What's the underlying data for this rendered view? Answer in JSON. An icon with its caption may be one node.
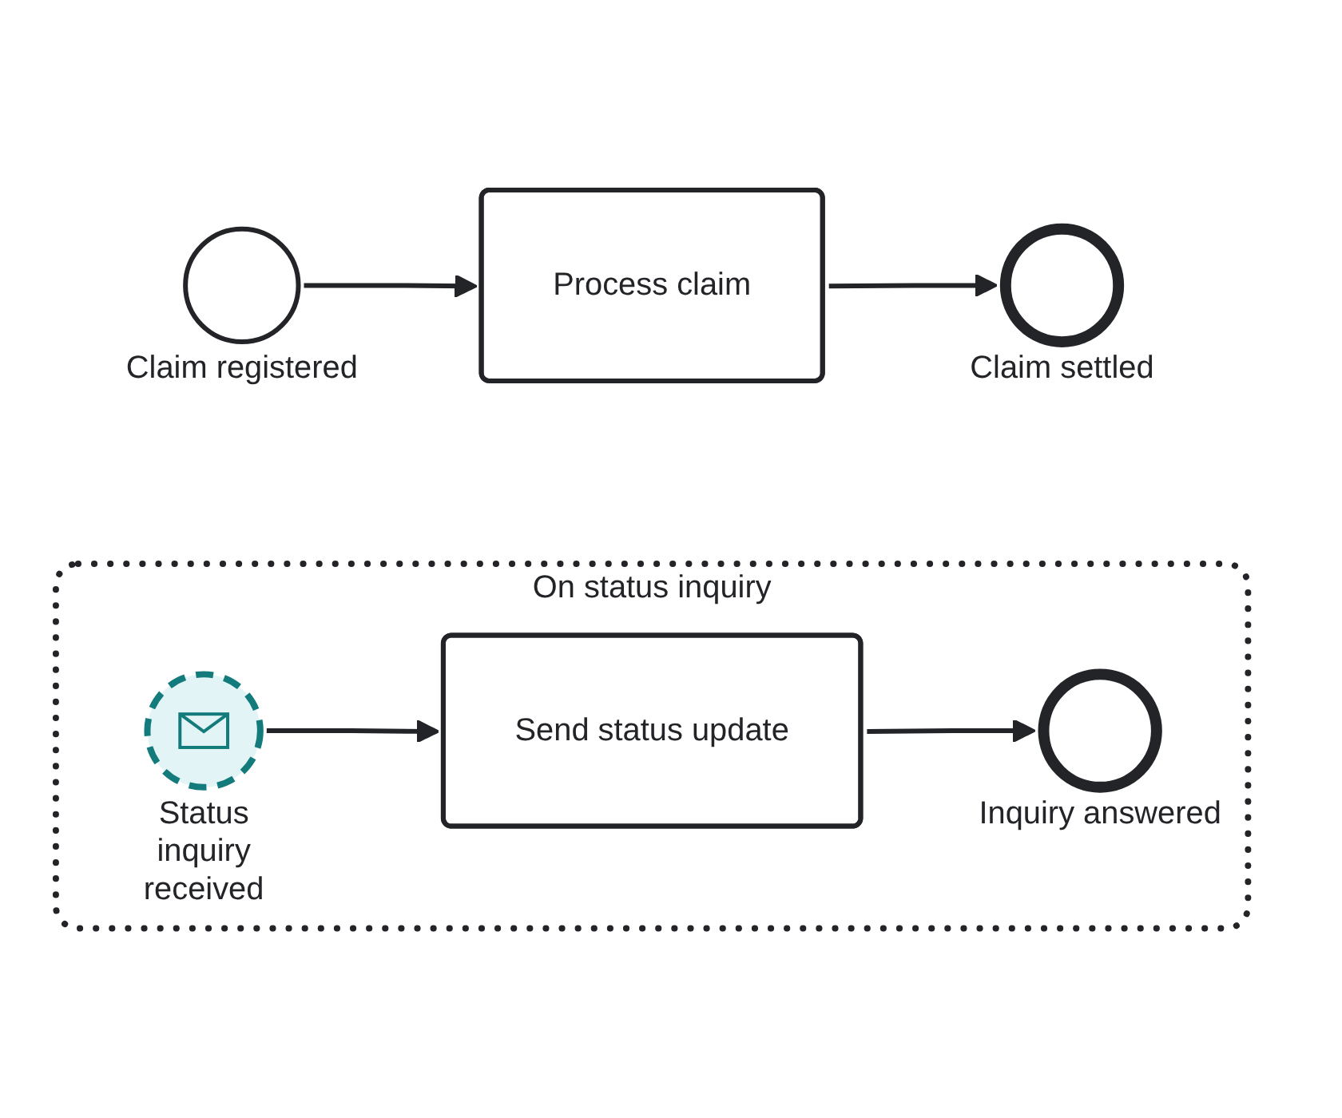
{
  "diagram": {
    "nodes": [
      {
        "text": [],
        "shape": "circle",
        "beside": [
          "Claim registered"
        ]
      },
      {
        "text": [
          "Process claim"
        ]
      },
      {
        "text": [],
        "shape": "circle",
        "beside": [
          "Claim settled"
        ]
      },
      {
        "text": [
          "On status inquiry"
        ]
      },
      {
        "text": [],
        "shape": "circle",
        "beside": [
          "Status inquiry received"
        ],
        "in": 3
      },
      {
        "text": [
          "Send status update"
        ],
        "in": 3
      },
      {
        "text": [],
        "shape": "circle",
        "beside": [
          "Inquiry answered"
        ],
        "in": 3
      }
    ],
    "edges": [
      {
        "from": 0,
        "to": 1,
        "arrow": "to"
      },
      {
        "from": 1,
        "to": 2,
        "arrow": "to"
      },
      {
        "from": 4,
        "to": 5,
        "arrow": "to"
      },
      {
        "from": 5,
        "to": 6,
        "arrow": "to"
      }
    ]
  }
}
